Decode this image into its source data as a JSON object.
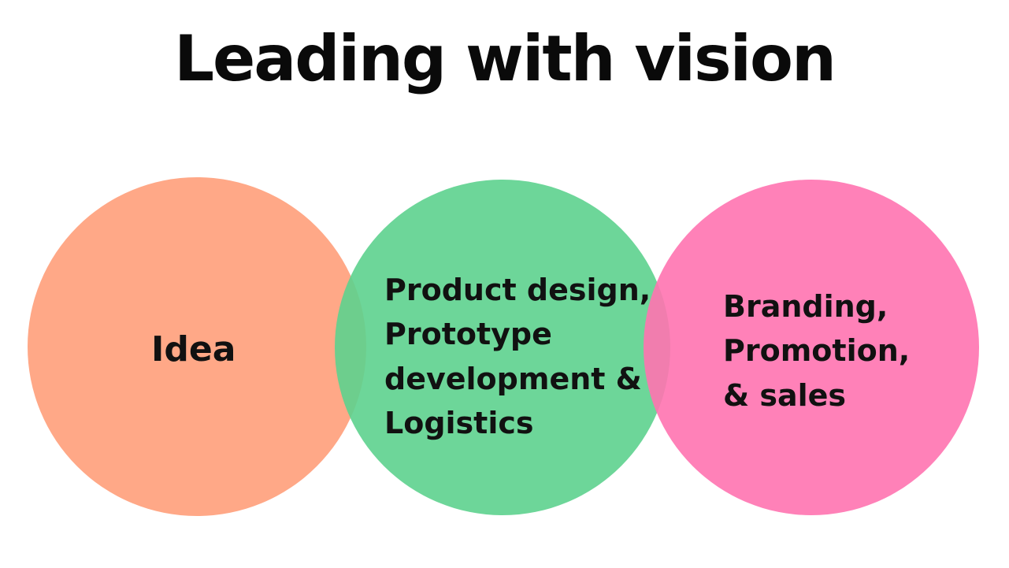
{
  "title": "Leading with vision",
  "circles": [
    {
      "name": "idea",
      "color": "#FF9E7A",
      "lines": [
        "Idea"
      ]
    },
    {
      "name": "product",
      "color": "#5DD28E",
      "lines": [
        "Product design,",
        "Prototype",
        "development &",
        "Logistics"
      ]
    },
    {
      "name": "branding",
      "color": "#FF73B0",
      "lines": [
        "Branding,",
        "Promotion,",
        "& sales"
      ]
    }
  ]
}
